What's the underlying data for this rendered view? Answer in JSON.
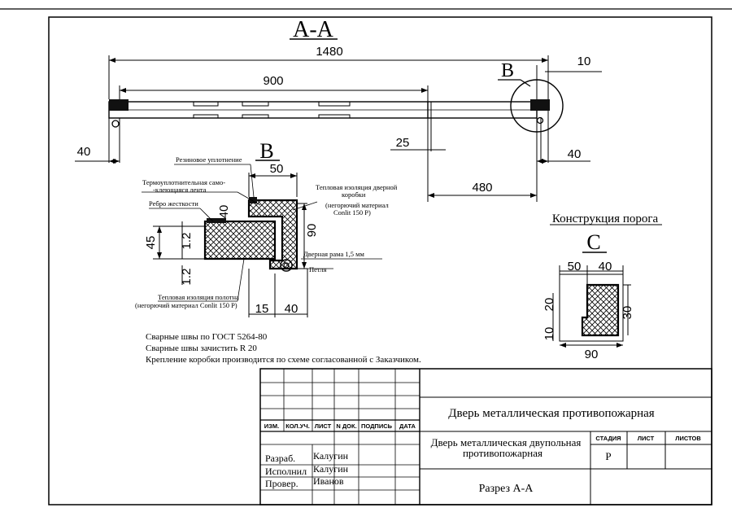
{
  "section": {
    "title": "А-А",
    "dims": {
      "overall": "1480",
      "leaf_left": "900",
      "leaf_right": "480",
      "edge_left": "40",
      "edge_right": "40",
      "gap": "25",
      "top_right": "10"
    },
    "callout": "В"
  },
  "detail_b": {
    "title": "В",
    "labels": {
      "seal": "Резиновое уплотнение",
      "tape_1": "Термоуплотнительная само-",
      "tape_2": "-клеющаяся лента",
      "rib": "Ребро жесткости",
      "frame_ins_1": "Тепловая изоляция дверной",
      "frame_ins_2": "коробки",
      "frame_ins_3": "(негорючий материал",
      "frame_ins_4": "Conlit 150 P)",
      "frame": "Дверная рама 1,5 мм",
      "hinge": "Петля",
      "leaf_ins_1": "Тепловая изоляция полотна",
      "leaf_ins_2": "(негорючий материал Conlit 150 P)"
    },
    "dims": {
      "top": "50",
      "left_40": "40",
      "right_90": "90",
      "h45": "45",
      "a12": "1.2",
      "b12": "1.2",
      "bottom_15": "15",
      "bottom_40": "40"
    }
  },
  "notes": [
    "Сварные швы по ГОСТ 5264-80",
    "Сварные швы зачистить R 20",
    "Крепление коробки производится по схеме согласованной с Заказчиком."
  ],
  "threshold": {
    "heading": "Конструкция порога",
    "title": "С",
    "dims": {
      "top_50": "50",
      "top_40": "40",
      "left_20": "20",
      "left_10": "10",
      "right_30": "30",
      "bottom_90": "90"
    }
  },
  "stamp": {
    "headers": [
      "ИЗМ.",
      "КОЛ.УЧ.",
      "ЛИСТ",
      "N  ДОК.",
      "ПОДПИСЬ",
      "ДАТА"
    ],
    "roles": [
      {
        "role": "Разраб.",
        "name": "Калугин"
      },
      {
        "role": "Исполнил",
        "name": "Калугин"
      },
      {
        "role": "Провер.",
        "name": "Иванов"
      }
    ],
    "doc_title": "Дверь металлическая противопожарная",
    "product_1": "Дверь металлическая двупольная",
    "product_2": "противопожарная",
    "section_name": "Разрез А-А",
    "col_stage": "СТАДИЯ",
    "col_sheet": "ЛИСТ",
    "col_sheets": "ЛИСТОВ",
    "stage_value": "Р"
  }
}
